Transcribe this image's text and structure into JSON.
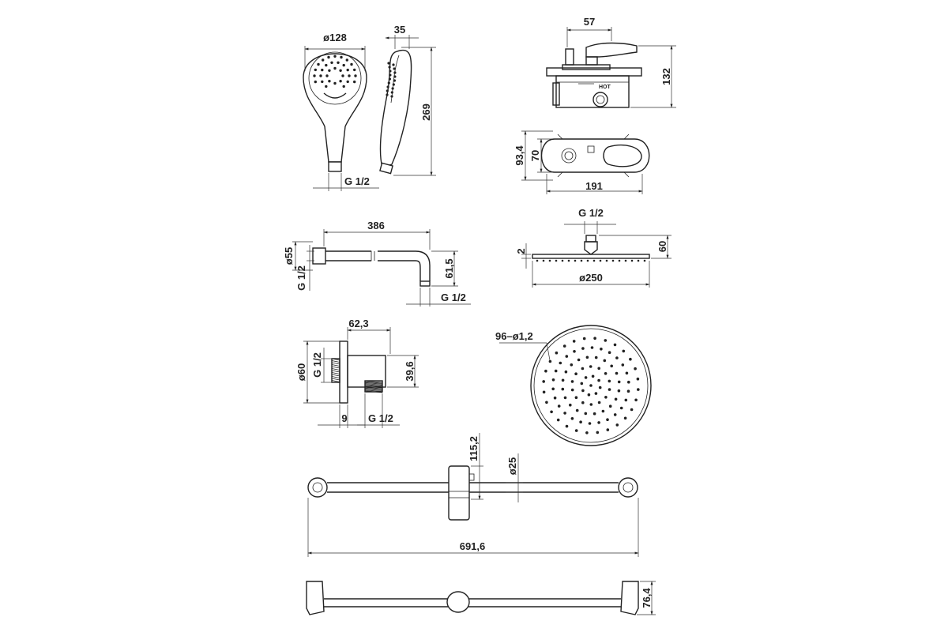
{
  "hand_shower": {
    "diameter": "ø128",
    "depth": "35",
    "length": "269",
    "thread": "G 1/2"
  },
  "mixer_side": {
    "width": "57",
    "height": "132",
    "hot_label": "HOT"
  },
  "mixer_front": {
    "outer_height": "93,4",
    "plate_height": "70",
    "width": "191"
  },
  "shower_arm": {
    "length": "386",
    "flange_diameter": "ø55",
    "thread_in": "G 1/2",
    "drop": "61,5",
    "thread_out": "G 1/2"
  },
  "rain_head_side": {
    "thread": "G 1/2",
    "thickness": "2",
    "height": "60",
    "diameter": "ø250"
  },
  "wall_outlet": {
    "depth": "62,3",
    "diameter": "ø60",
    "thread_in": "G 1/2",
    "height": "39,6",
    "flange": "9",
    "thread_out": "G 1/2"
  },
  "rain_head_top": {
    "nozzles": "96–ø1,2"
  },
  "slide_rail": {
    "slider_height": "115,2",
    "bar_diameter": "ø25",
    "length": "691,6",
    "depth": "76,4"
  }
}
